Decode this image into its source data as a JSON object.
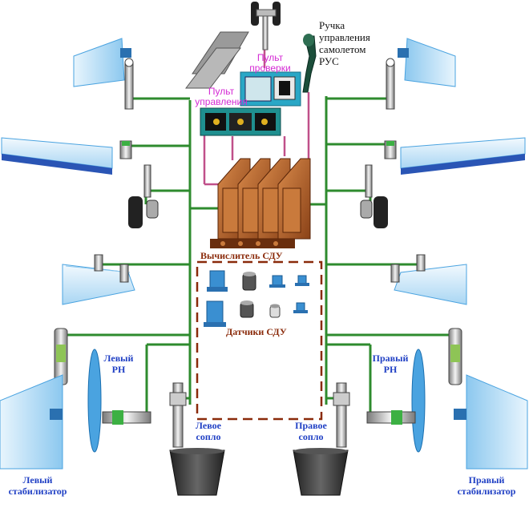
{
  "labels": {
    "rus": [
      "Ручка",
      "управления",
      "самолетом",
      "РУС"
    ],
    "test_panel": [
      "Пульт",
      "проверки"
    ],
    "control_panel": [
      "Пульт",
      "управления"
    ],
    "computer": "Вычислитель СДУ",
    "sensors": "Датчики СДУ",
    "left_rudder": [
      "Левый",
      "РН"
    ],
    "right_rudder": [
      "Правый",
      "РН"
    ],
    "left_nozzle": [
      "Левое",
      "сопло"
    ],
    "right_nozzle": [
      "Правое",
      "сопло"
    ],
    "left_stabilizer": [
      "Левый",
      "стабилизатор"
    ],
    "right_stabilizer": [
      "Правый",
      "стабилизатор"
    ]
  },
  "colors": {
    "bus": "#2e8b2e",
    "signal": "#c0508a",
    "surface": "#4aa3e0",
    "surface_light": "#dff0fc",
    "computer": "#b8652a",
    "sensor_boundary": "#8a2a0a",
    "label_blue": "#1f3fc4",
    "label_magenta": "#d42ad4"
  }
}
